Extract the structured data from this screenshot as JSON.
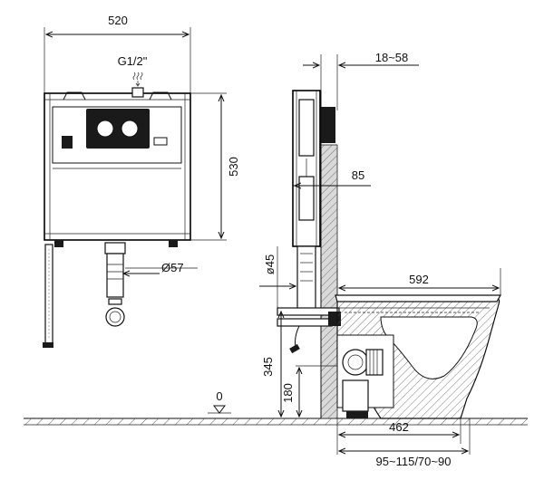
{
  "dimensions": {
    "frame_width": "520",
    "frame_height": "530",
    "inlet_thread": "G1/2\"",
    "outlet_diameter": "Ø57",
    "wall_gap": "18~58",
    "frame_depth": "85",
    "flush_pipe_diameter": "ø45",
    "bowl_length": "592",
    "outlet_height": "345",
    "inlet_height": "180",
    "floor_level": "0",
    "projection": "462",
    "wall_range": "95~115/70~90"
  },
  "colors": {
    "line": "#111111",
    "hatch": "#555555",
    "wall_fill": "#d9d9d9",
    "dark": "#1a1a1a"
  }
}
